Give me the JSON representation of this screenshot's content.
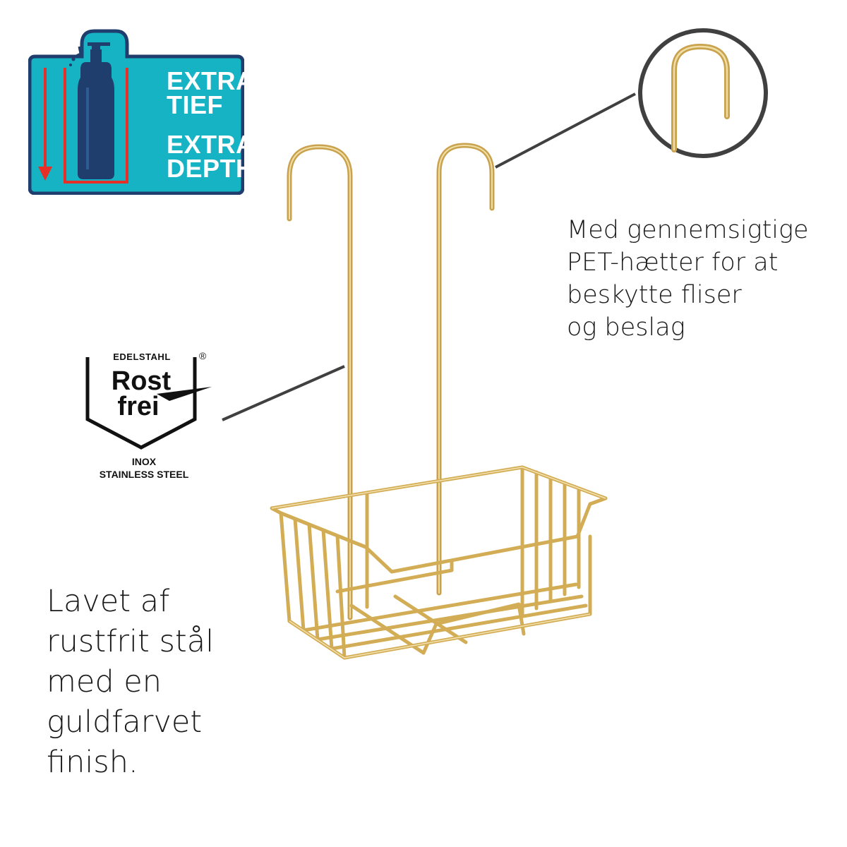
{
  "badge": {
    "line1": "EXTRA",
    "line2": "TIEF",
    "line3": "EXTRA",
    "line4": "DEPTH",
    "colors": {
      "frame": "#1f3e6d",
      "fill": "#15b3c3",
      "arrow": "#e63027",
      "bottle": "#1f3e6d"
    }
  },
  "seal": {
    "top_word": "EDELSTAHL",
    "registered": "®",
    "word1": "Rost",
    "word2": "frei",
    "sub1": "INOX",
    "sub2": "STAINLESS STEEL"
  },
  "captions": {
    "right": [
      "Med gennemsigtige",
      "PET-hætter for at",
      "beskytte fliser",
      "og beslag"
    ],
    "left": [
      "Lavet af",
      "rustfrit stål",
      "med en",
      "guldfarvet",
      "finish."
    ]
  },
  "colors": {
    "gold": "#d9b65e",
    "gold_light": "#f1dea6",
    "gold_dark": "#b8913e",
    "callout": "#404040"
  }
}
